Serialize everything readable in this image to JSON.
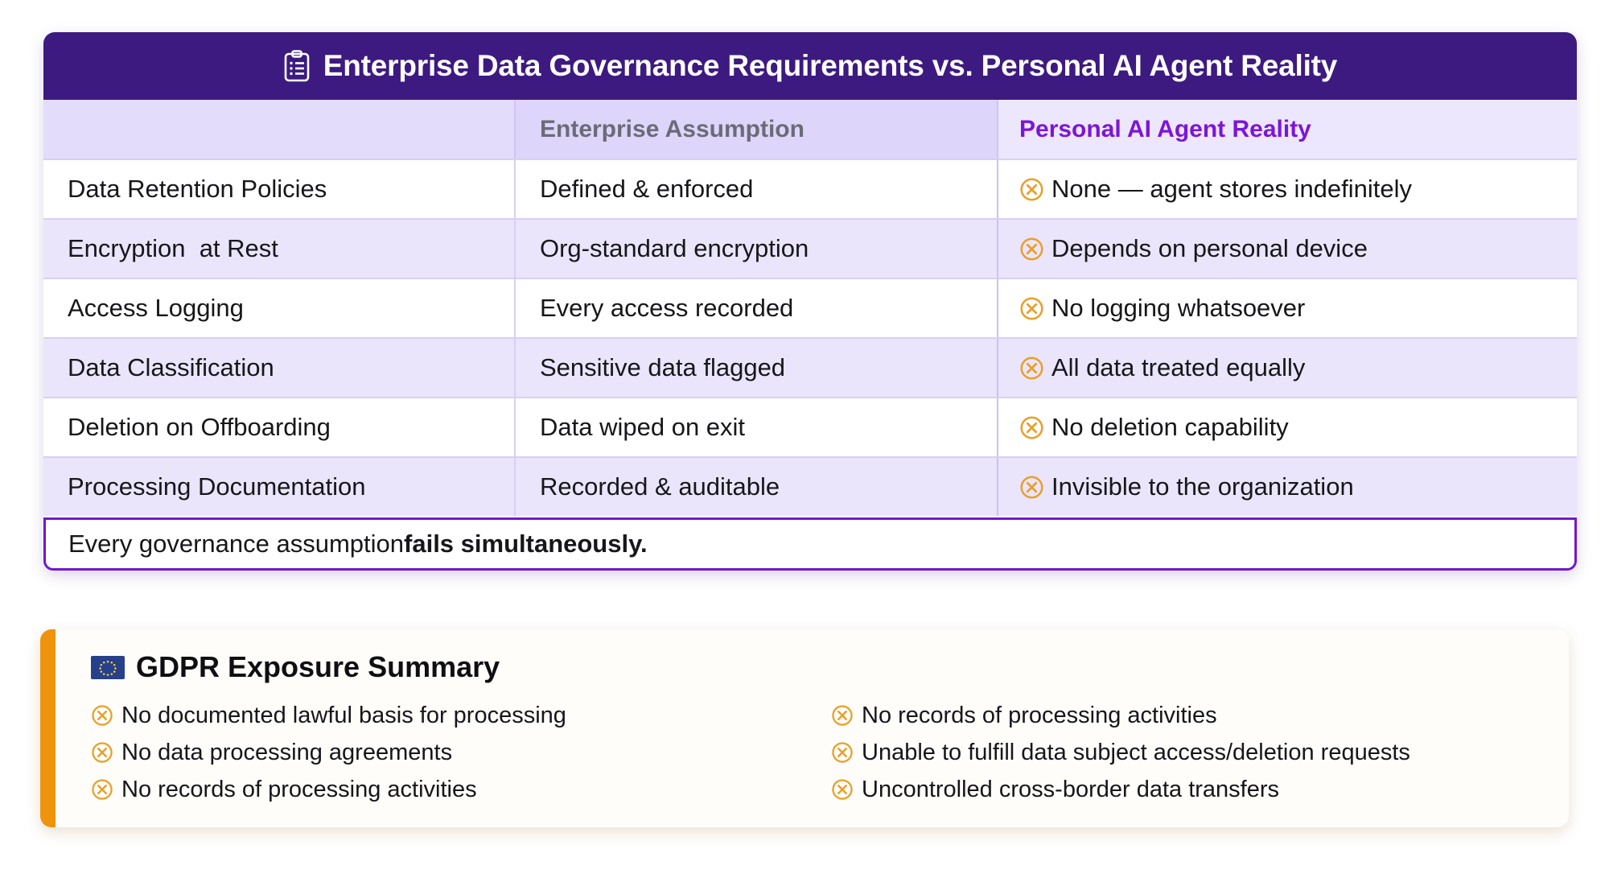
{
  "table": {
    "title": "Enterprise Data Governance Requirements vs. Personal AI Agent Reality",
    "title_icon": "clipboard-icon",
    "columns": [
      "",
      "Enterprise Assumption",
      "Personal AI Agent Reality"
    ],
    "rows": [
      {
        "requirement": "Data Retention Policies",
        "assumption": "Defined & enforced",
        "reality": "None — agent stores indefinitely"
      },
      {
        "requirement": "Encryption  at Rest",
        "assumption": "Org-standard encryption",
        "reality": "Depends on personal device"
      },
      {
        "requirement": "Access Logging",
        "assumption": "Every access recorded",
        "reality": "No logging whatsoever"
      },
      {
        "requirement": "Data Classification",
        "assumption": "Sensitive data flagged",
        "reality": "All data treated equally"
      },
      {
        "requirement": "Deletion on Offboarding",
        "assumption": "Data wiped on exit",
        "reality": "No deletion capability"
      },
      {
        "requirement": "Processing Documentation",
        "assumption": "Recorded & auditable",
        "reality": "Invisible to the organization"
      }
    ],
    "footer_text_plain": "Every governance assumption ",
    "footer_text_bold": "fails simultaneously."
  },
  "gdpr": {
    "title": "GDPR Exposure Summary",
    "title_icon": "eu-flag-icon",
    "left_items": [
      "No documented lawful basis for processing",
      "No data processing agreements",
      "No records of processing activities"
    ],
    "right_items": [
      "No records of processing activities",
      "Unable to fulfill data subject access/deletion requests",
      "Uncontrolled cross-border data transfers"
    ]
  },
  "colors": {
    "header_purple": "#3d1a80",
    "accent_purple": "#7c15d8",
    "footer_border_purple": "#7118cf",
    "row_alt": "#eae5fb",
    "colhead_bg": "#e3dcfb",
    "warning_orange": "#e8a02a",
    "gdpr_accent_orange": "#f0930c",
    "enterprise_grey": "#6b6b78"
  }
}
